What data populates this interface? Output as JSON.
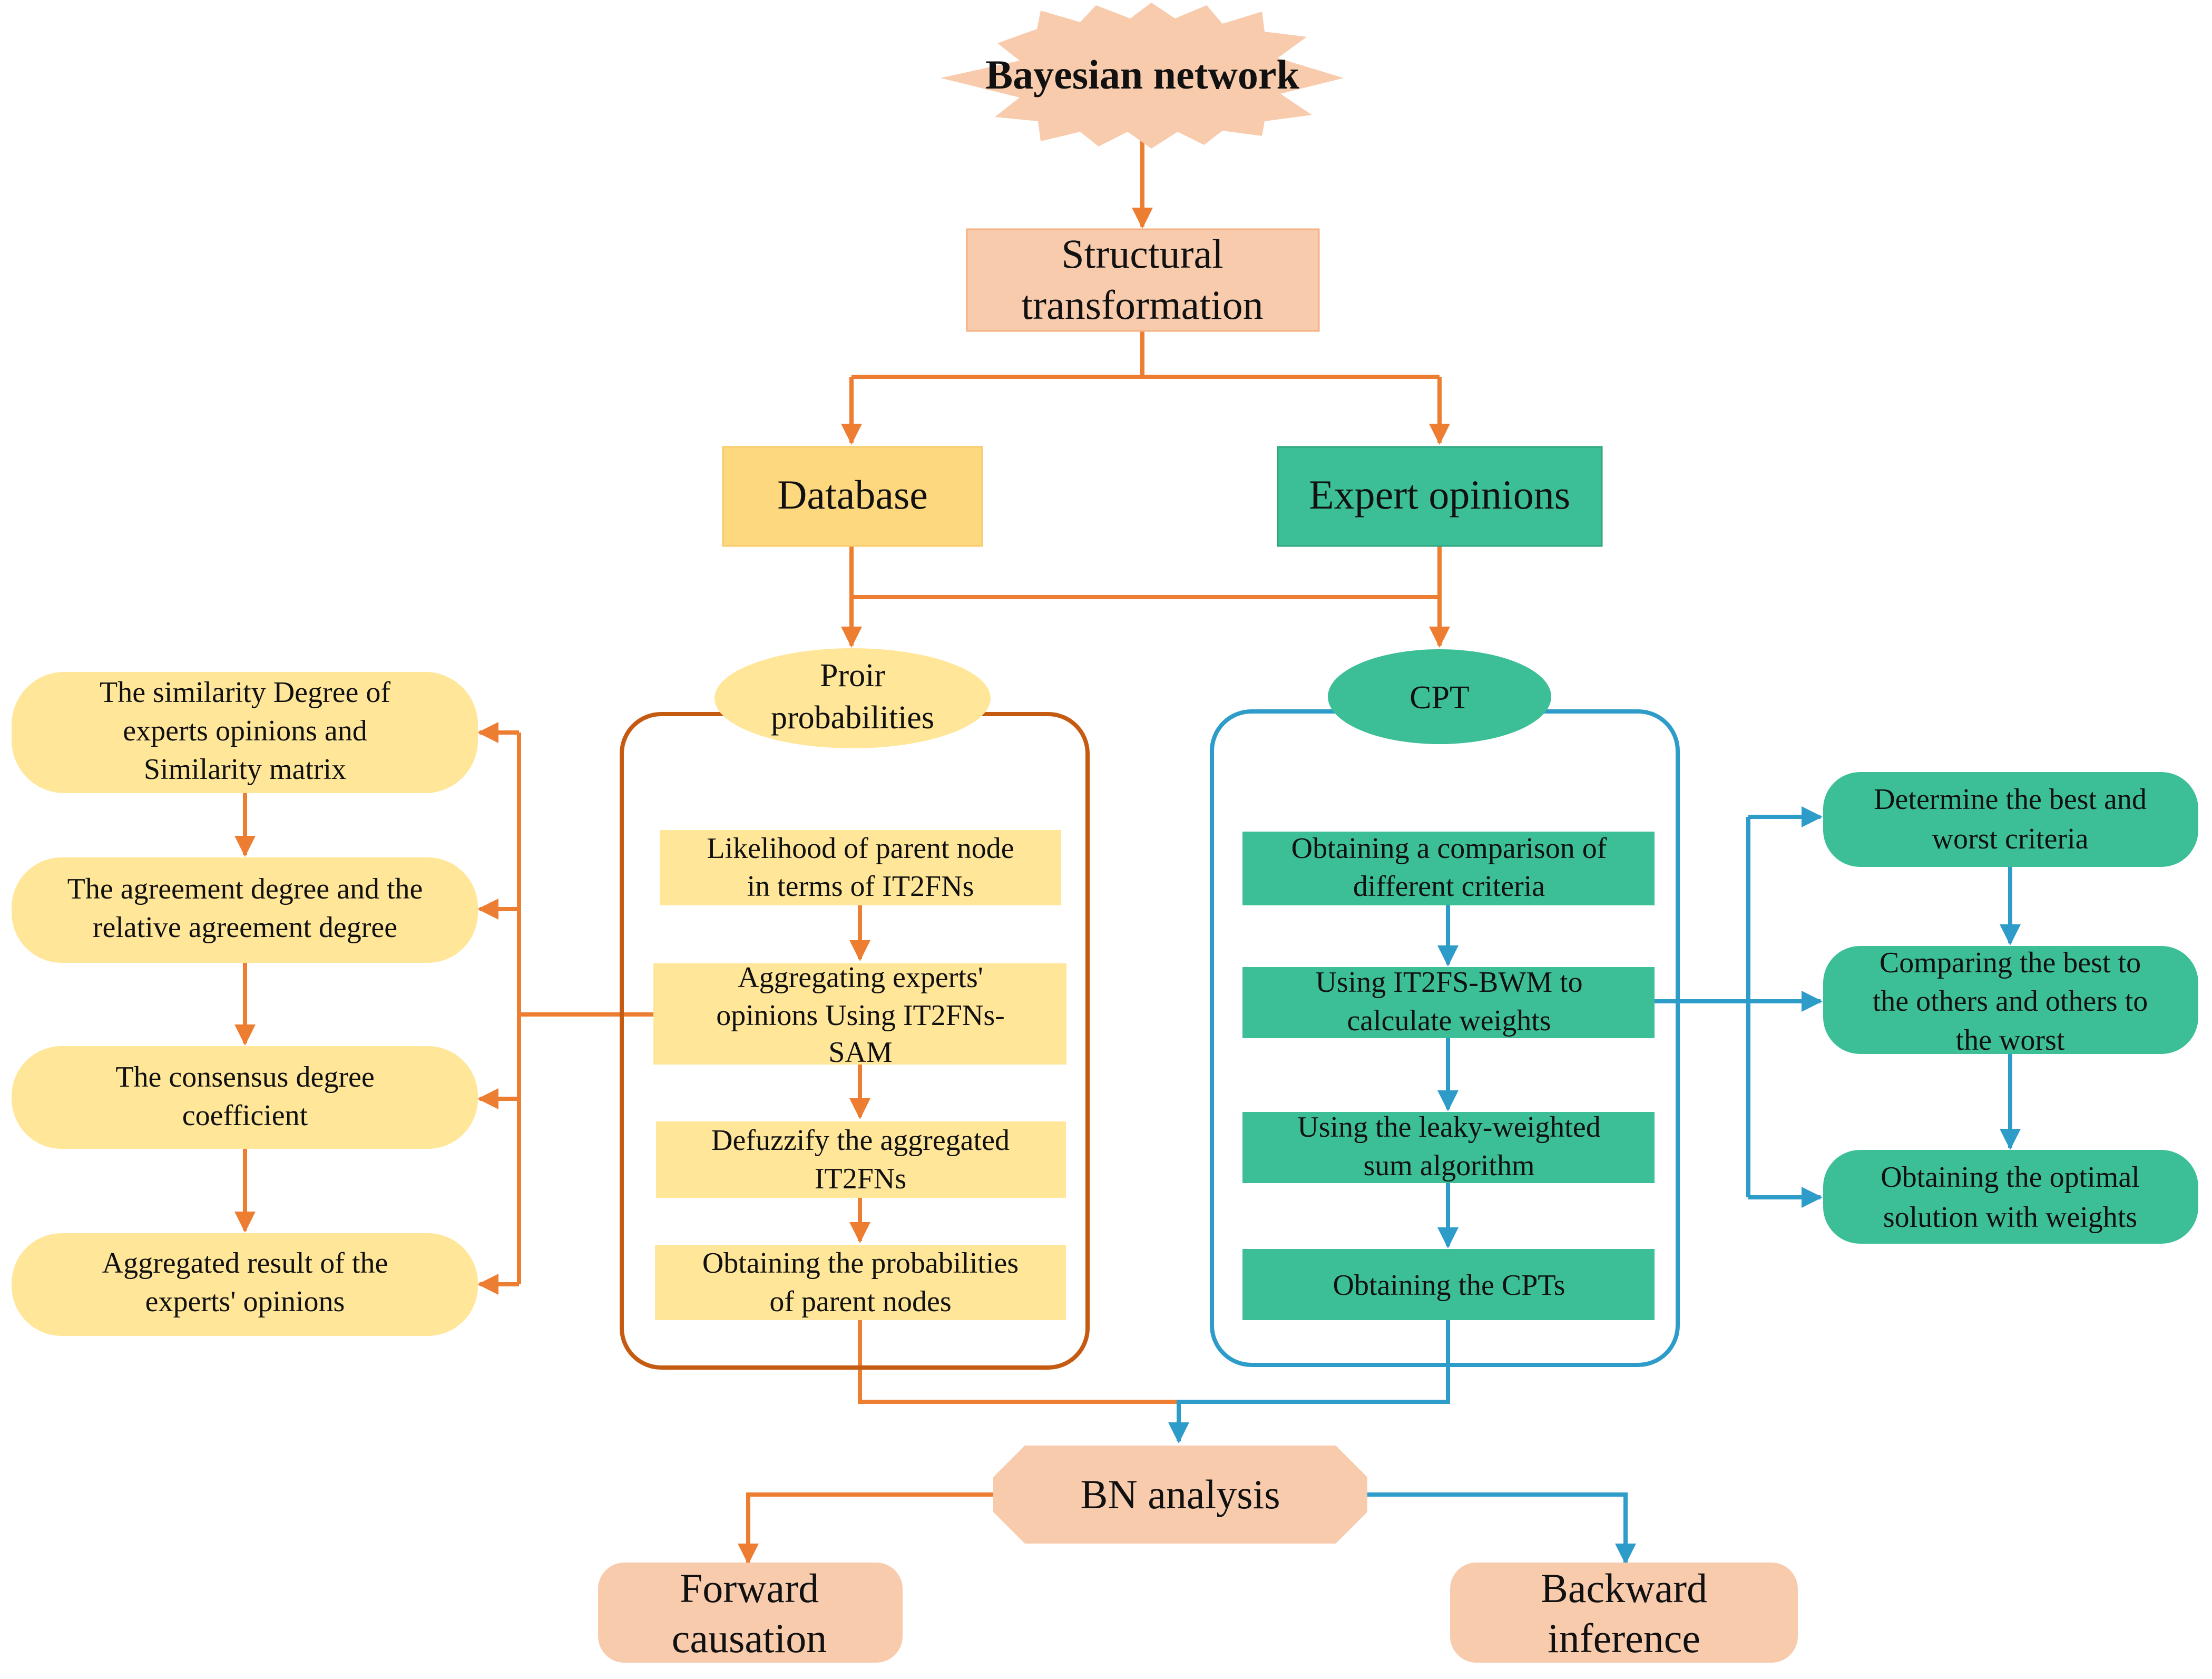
{
  "colors": {
    "orange_line": "#ed7d31",
    "blue_line": "#2e9cc9",
    "peach_fill": "#f8cbad",
    "yellow_fill": "#fdd87f",
    "light_yellow_fill": "#ffe699",
    "green_fill": "#3cbf96",
    "burnt_orange_border": "#c55a11",
    "blue_border": "#2e9cc9",
    "text": "#111111"
  },
  "title": {
    "text": "Bayesian network"
  },
  "structural_transformation": {
    "lines": [
      "Structural",
      "transformation"
    ]
  },
  "database": {
    "text": "Database"
  },
  "expert_opinions": {
    "text": "Expert opinions"
  },
  "prior_probabilities": {
    "header_lines": [
      "Proir",
      "probabilities"
    ],
    "steps": [
      {
        "lines": [
          "Likelihood of parent node",
          "in terms of IT2FNs"
        ]
      },
      {
        "lines": [
          "Aggregating experts'",
          "opinions Using IT2FNs-",
          "SAM"
        ]
      },
      {
        "lines": [
          "Defuzzify the aggregated",
          "IT2FNs"
        ]
      },
      {
        "lines": [
          "Obtaining the probabilities",
          "of parent nodes"
        ]
      }
    ]
  },
  "cpt": {
    "header": "CPT",
    "steps": [
      {
        "lines": [
          "Obtaining a comparison of",
          "different criteria"
        ]
      },
      {
        "lines": [
          "Using IT2FS-BWM to",
          "calculate weights"
        ]
      },
      {
        "lines": [
          "Using the leaky-weighted",
          "sum algorithm"
        ]
      },
      {
        "lines": [
          "Obtaining the CPTs"
        ]
      }
    ]
  },
  "sam_steps": [
    {
      "lines": [
        "The similarity Degree of",
        "experts opinions and",
        "Similarity matrix"
      ]
    },
    {
      "lines": [
        "The agreement degree and the",
        "relative agreement degree"
      ]
    },
    {
      "lines": [
        "The consensus degree",
        "coefficient"
      ]
    },
    {
      "lines": [
        "Aggregated result of the",
        "experts' opinions"
      ]
    }
  ],
  "bwm_steps": [
    {
      "lines": [
        "Determine the best and",
        "worst criteria"
      ]
    },
    {
      "lines": [
        "Comparing the best to",
        "the others and others to",
        "the worst"
      ]
    },
    {
      "lines": [
        "Obtaining the optimal",
        "solution with weights"
      ]
    }
  ],
  "bn_analysis": {
    "text": "BN analysis"
  },
  "forward_causation": {
    "lines": [
      "Forward",
      "causation"
    ]
  },
  "backward_inference": {
    "lines": [
      "Backward",
      "inference"
    ]
  }
}
